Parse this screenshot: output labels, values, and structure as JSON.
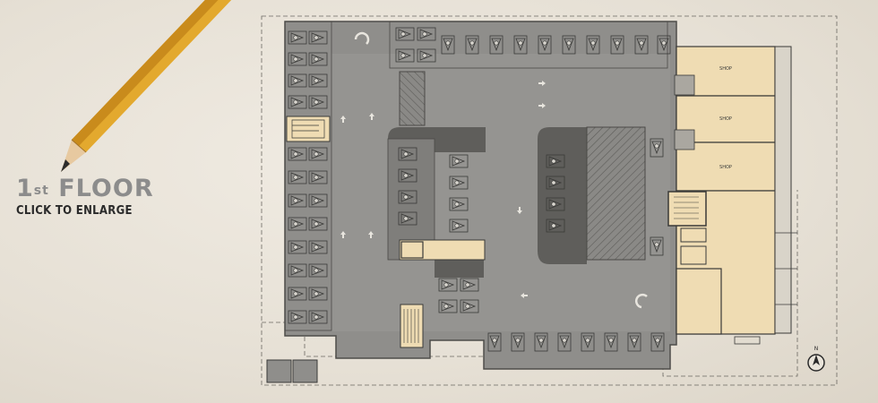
{
  "header": {
    "floor_number": "1",
    "floor_suffix": "st",
    "floor_word": "FLOOR",
    "enlarge_label": "CLICK TO ENLARGE"
  },
  "plan": {
    "shop_label": "SHOP",
    "north_label": "N"
  },
  "colors": {
    "paper": "#e9e4da",
    "concrete": "#8f8e8b",
    "dark_wall": "#555452",
    "shop_fill": "#efdcb3",
    "pencil": "#e3a92e"
  }
}
